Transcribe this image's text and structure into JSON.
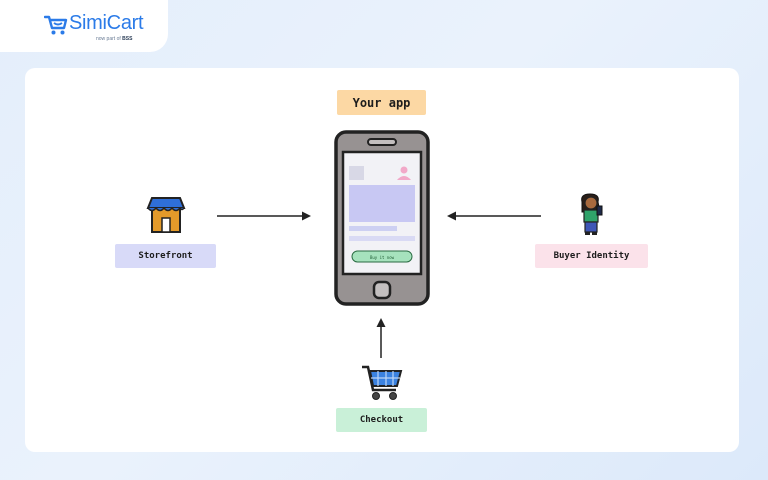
{
  "brand": {
    "name": "SimiCart",
    "tagline": "now part of",
    "tagline_brand": "BSS",
    "color": "#2b7be8"
  },
  "diagram": {
    "center": {
      "label": "Your app",
      "color": "#fcd8a4"
    },
    "nodes": [
      {
        "id": "storefront",
        "label": "Storefront",
        "icon": "store-icon",
        "color": "#d8daf8",
        "edge": "into-app"
      },
      {
        "id": "buyer",
        "label": "Buyer Identity",
        "icon": "person-icon",
        "color": "#fbe2ea",
        "edge": "into-app"
      },
      {
        "id": "checkout",
        "label": "Checkout",
        "icon": "shopping-cart-icon",
        "color": "#c9f0d8",
        "edge": "into-app"
      }
    ],
    "phone_button_label": "Buy it now"
  }
}
